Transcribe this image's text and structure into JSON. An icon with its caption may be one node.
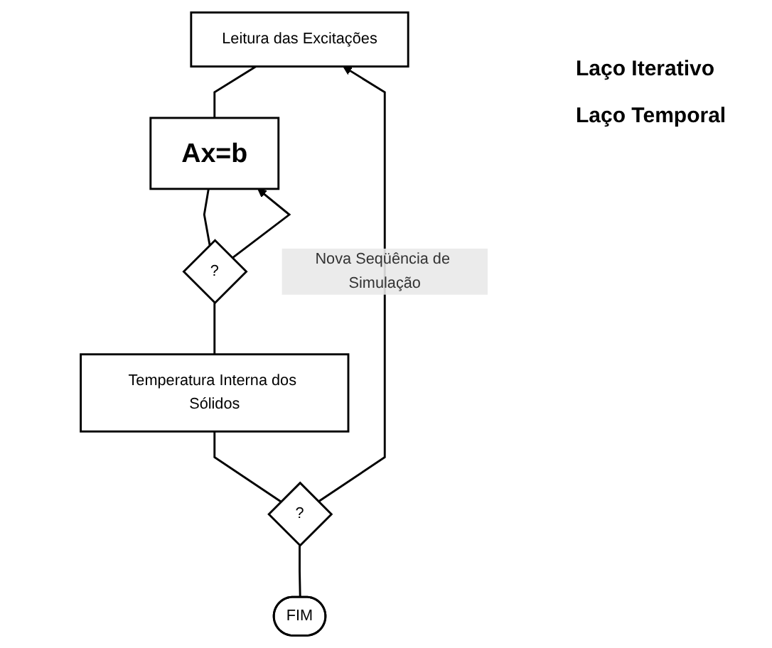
{
  "diagram": {
    "nodes": [
      {
        "text": [
          "Leitura das Excitações"
        ]
      },
      {
        "text": [
          "Ax=b"
        ]
      },
      {
        "text": [
          "?"
        ]
      },
      {
        "text": [
          "Temperatura Interna dos Sólidos"
        ]
      },
      {
        "text": [
          "?"
        ]
      },
      {
        "text": [
          "FIM"
        ]
      }
    ],
    "edges": [
      {
        "from": 0,
        "to": 1,
        "arrow": "none"
      },
      {
        "from": 1,
        "to": 2,
        "arrow": "none"
      },
      {
        "from": 2,
        "to": 1,
        "arrow": "to"
      },
      {
        "from": 2,
        "to": 3,
        "arrow": "none"
      },
      {
        "from": 3,
        "to": 4,
        "arrow": "none"
      },
      {
        "from": 4,
        "to": 5,
        "arrow": "none"
      },
      {
        "from": 4,
        "to": 0,
        "arrow": "to",
        "label": "Nova Seqüência de Simulação"
      }
    ],
    "labels": [
      "Laço Iterativo",
      "Laço Temporal"
    ]
  }
}
